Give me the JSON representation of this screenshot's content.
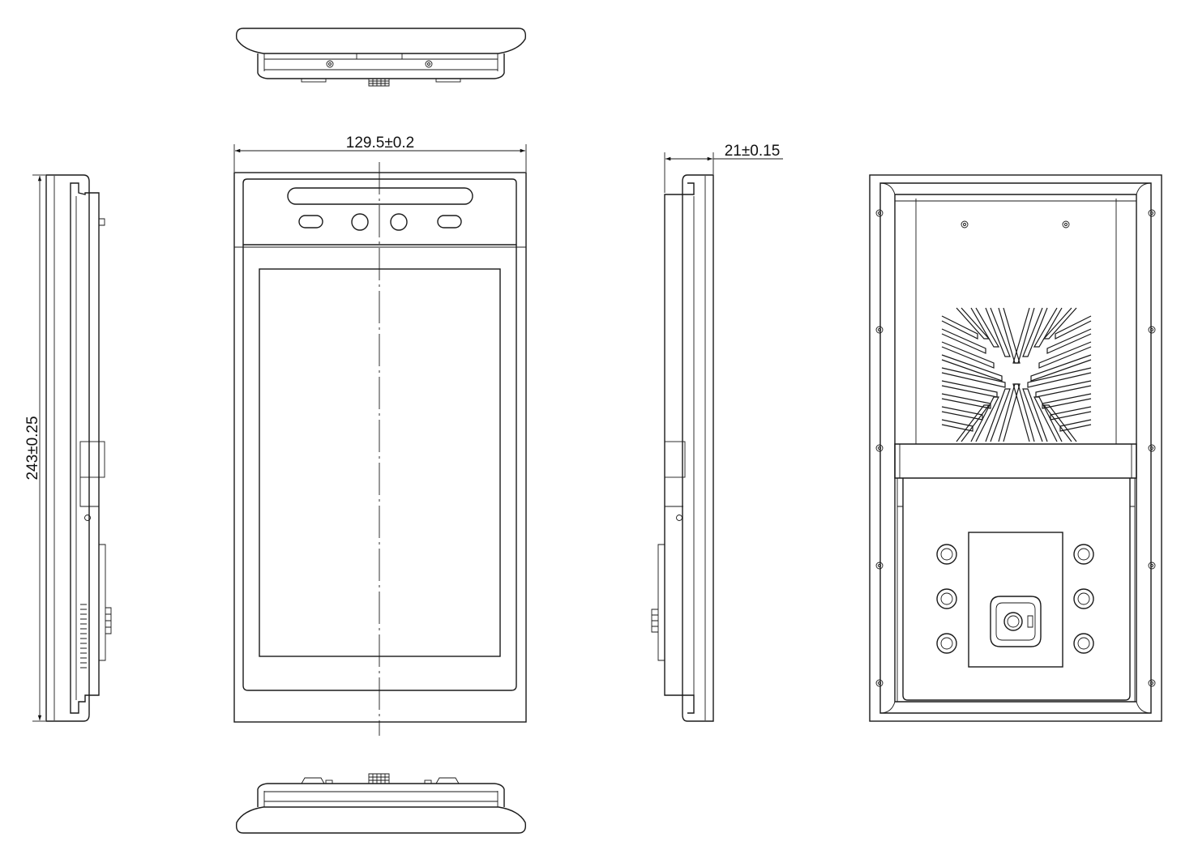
{
  "drawing": {
    "dimensions": {
      "width": "129.5±0.2",
      "height": "243±0.25",
      "depth": "21±0.15"
    },
    "views": [
      "top-view",
      "front-view",
      "left-side-view",
      "right-side-view",
      "rear-view",
      "bottom-view"
    ]
  }
}
